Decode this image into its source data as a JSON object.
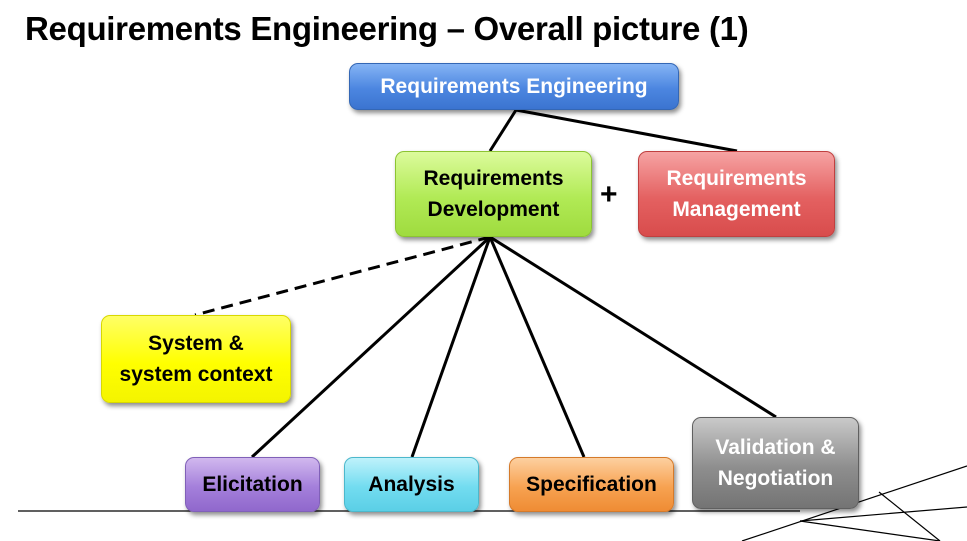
{
  "slide": {
    "title": "Requirements Engineering – Overall picture (1)"
  },
  "nodes": {
    "root": {
      "lines": [
        "Requirements Engineering"
      ],
      "color": "#4c86e0"
    },
    "development": {
      "lines": [
        "Requirements",
        "Development"
      ],
      "color": "#b1ea55"
    },
    "connector": "+",
    "management": {
      "lines": [
        "Requirements",
        "Management"
      ],
      "color": "#e46161"
    },
    "system_context": {
      "lines": [
        "System &",
        "system context"
      ],
      "color": "#ffff00"
    },
    "elicitation": {
      "lines": [
        "Elicitation"
      ],
      "color": "#a47fdb"
    },
    "analysis": {
      "lines": [
        "Analysis"
      ],
      "color": "#72dcf0"
    },
    "specification": {
      "lines": [
        "Specification"
      ],
      "color": "#f7a251"
    },
    "validation": {
      "lines": [
        "Validation &",
        "Negotiation"
      ],
      "color": "#8e8e8e"
    }
  },
  "edges": [
    {
      "from": "root",
      "to": "development",
      "style": "solid"
    },
    {
      "from": "root",
      "to": "management",
      "style": "solid"
    },
    {
      "from": "development",
      "to": "system_context",
      "style": "dashed"
    },
    {
      "from": "development",
      "to": "elicitation",
      "style": "solid"
    },
    {
      "from": "development",
      "to": "analysis",
      "style": "solid"
    },
    {
      "from": "development",
      "to": "specification",
      "style": "solid"
    },
    {
      "from": "development",
      "to": "validation",
      "style": "solid"
    }
  ]
}
